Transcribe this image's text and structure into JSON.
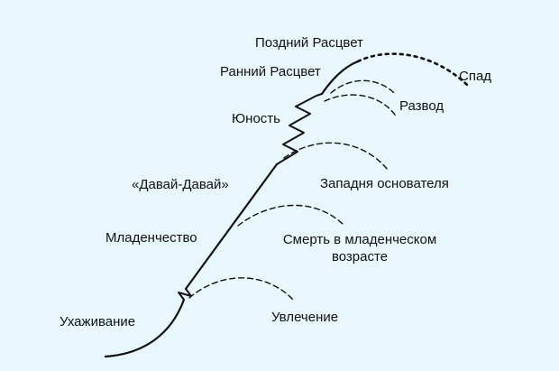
{
  "colors": {
    "background": "#e8f7fb",
    "line": "#111111"
  },
  "stages": {
    "courtship": "Ухаживание",
    "infancy": "Младенчество",
    "go_go": "«Давай-Давай»",
    "adolescence": "Юность",
    "early_prime": "Ранний Расцвет",
    "late_prime": "Поздний Расцвет"
  },
  "outcomes": {
    "affair": "Увлечение",
    "infant_mortality": {
      "line1": "Смерть в младенческом",
      "line2": "возрасте"
    },
    "founder_trap": "Западня основателя",
    "divorce": "Развод",
    "decline": "Спад"
  }
}
